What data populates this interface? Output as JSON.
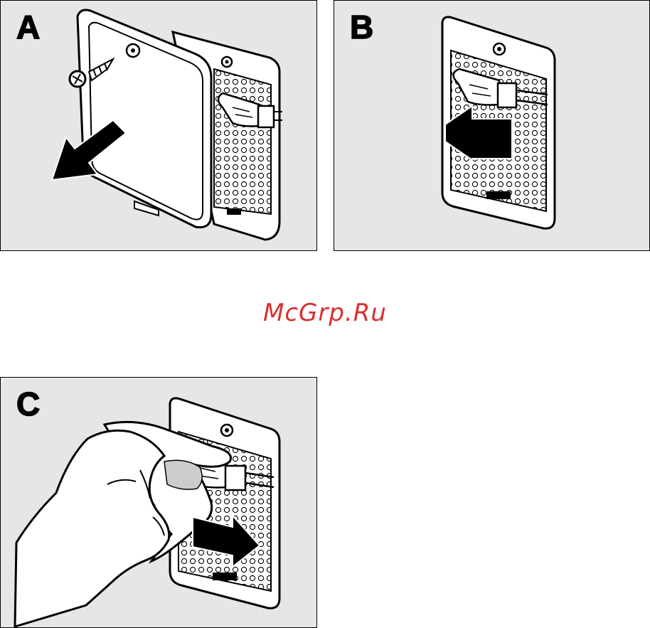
{
  "panels": [
    {
      "label": "A"
    },
    {
      "label": "B"
    },
    {
      "label": "C"
    }
  ],
  "watermark": "McGrp.Ru",
  "colors": {
    "background": "#e6e6e6",
    "line": "#000000",
    "watermark": "#d93030"
  }
}
